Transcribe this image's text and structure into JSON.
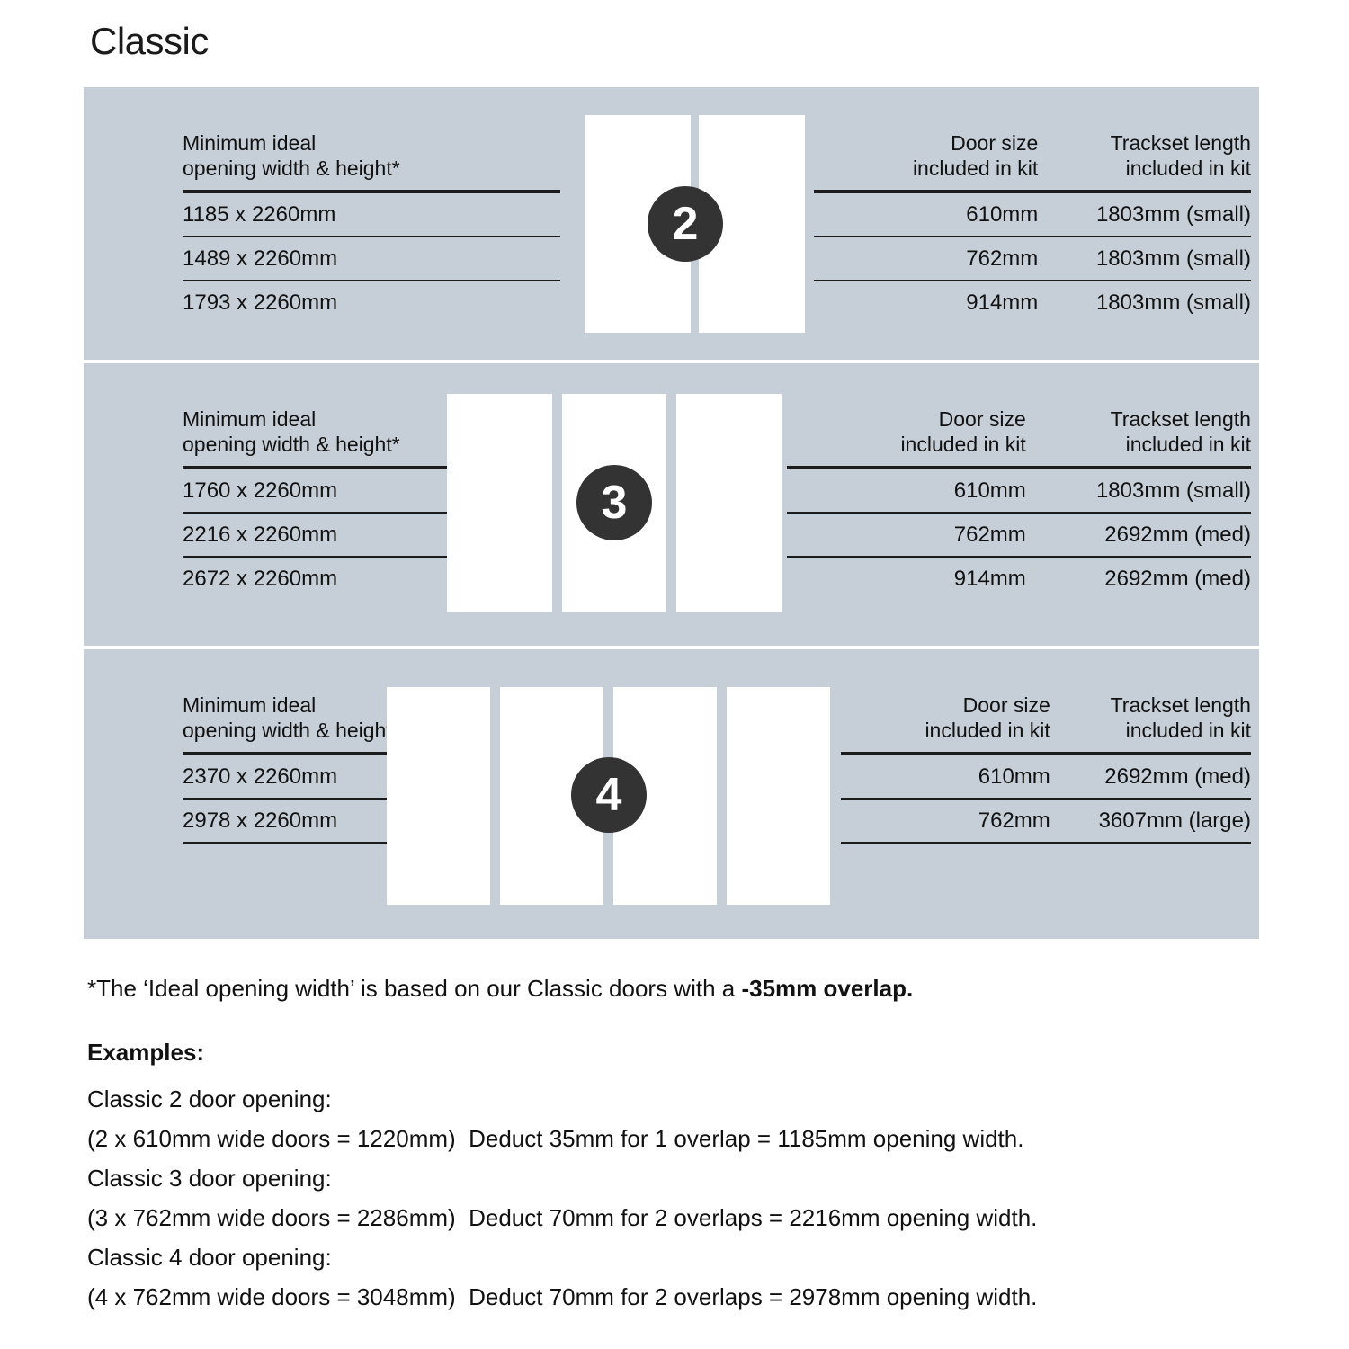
{
  "title": "Classic",
  "colors": {
    "panel_bg": "#c6ced7",
    "badge_bg": "#333333",
    "rule": "#1c1c1c",
    "door_fill": "#ffffff",
    "text": "#111111"
  },
  "sections": [
    {
      "door_count_label": "2",
      "left_header": "Minimum ideal\nopening width & height*",
      "right_headers": {
        "door_size": "Door size\nincluded in kit",
        "trackset": "Trackset length\nincluded in kit"
      },
      "rows": [
        {
          "opening": "1185 x 2260mm",
          "door_size": "610mm",
          "trackset": "1803mm (small)"
        },
        {
          "opening": "1489 x 2260mm",
          "door_size": "762mm",
          "trackset": "1803mm (small)"
        },
        {
          "opening": "1793 x 2260mm",
          "door_size": "914mm",
          "trackset": "1803mm (small)"
        }
      ]
    },
    {
      "door_count_label": "3",
      "left_header": "Minimum ideal\nopening width & height*",
      "right_headers": {
        "door_size": "Door size\nincluded in kit",
        "trackset": "Trackset length\nincluded in kit"
      },
      "rows": [
        {
          "opening": "1760 x 2260mm",
          "door_size": "610mm",
          "trackset": "1803mm (small)"
        },
        {
          "opening": "2216 x 2260mm",
          "door_size": "762mm",
          "trackset": "2692mm (med)"
        },
        {
          "opening": "2672 x 2260mm",
          "door_size": "914mm",
          "trackset": "2692mm (med)"
        }
      ]
    },
    {
      "door_count_label": "4",
      "left_header": "Minimum ideal\nopening width & height*",
      "right_headers": {
        "door_size": "Door size\nincluded in kit",
        "trackset": "Trackset length\nincluded in kit"
      },
      "rows": [
        {
          "opening": "2370 x 2260mm",
          "door_size": "610mm",
          "trackset": "2692mm (med)"
        },
        {
          "opening": "2978 x 2260mm",
          "door_size": "762mm",
          "trackset": "3607mm (large)"
        }
      ]
    }
  ],
  "footnote": {
    "prefix": "*The ‘Ideal opening width’ is based on our Classic doors with a ",
    "bold": "-35mm overlap."
  },
  "examples": {
    "heading": "Examples:",
    "lines": [
      "Classic 2 door opening:",
      "(2 x 610mm wide doors = 1220mm)  Deduct 35mm for 1 overlap = 1185mm opening width.",
      "Classic 3 door opening:",
      "(3 x 762mm wide doors = 2286mm)  Deduct 70mm for 2 overlaps = 2216mm opening width.",
      "Classic 4 door opening:",
      "(4 x 762mm wide doors = 3048mm)  Deduct 70mm for 2 overlaps = 2978mm opening width."
    ]
  }
}
